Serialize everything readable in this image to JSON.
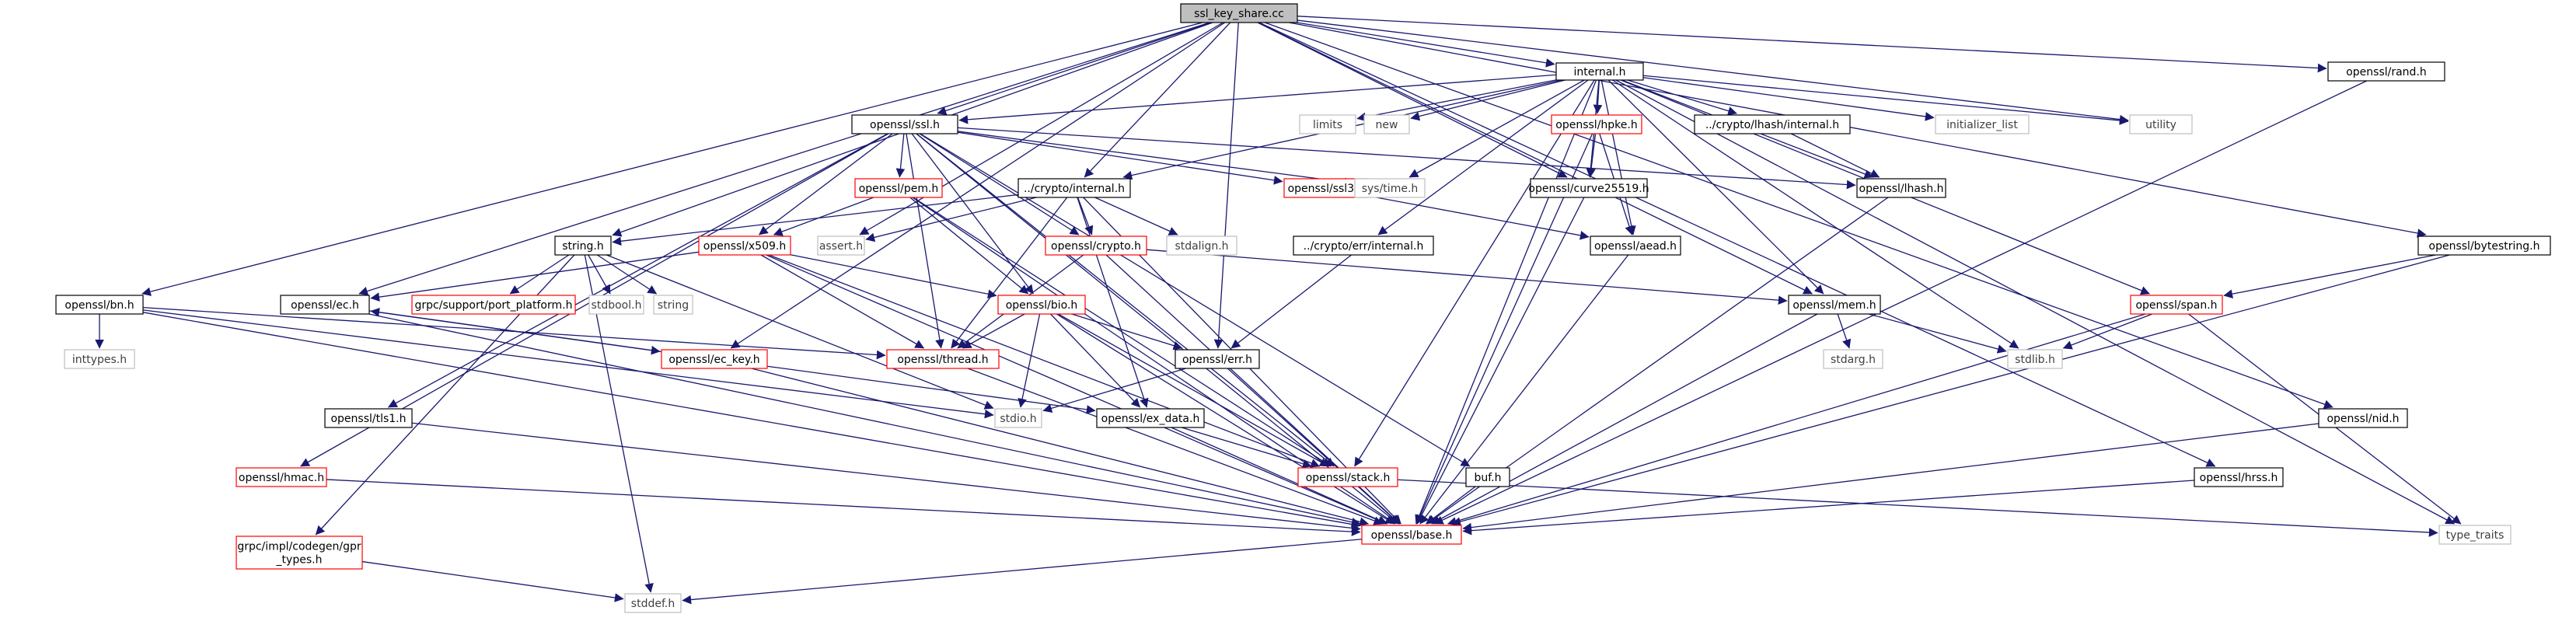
{
  "colors": {
    "edge": "#191970",
    "root_fill": "#bfbfbf",
    "root_stroke": "#000000",
    "normal_stroke": "#000000",
    "red_stroke": "#ff0000",
    "gray_stroke": "#bfbfbf",
    "gray_text": "#404040",
    "text": "#000000"
  },
  "nodes": [
    {
      "id": "root",
      "label": "ssl_key_share.cc",
      "kind": "root"
    },
    {
      "id": "internal_h",
      "label": "internal.h",
      "kind": "normal"
    },
    {
      "id": "rand_h",
      "label": "openssl/rand.h",
      "kind": "normal"
    },
    {
      "id": "ssl_h",
      "label": "openssl/ssl.h",
      "kind": "normal"
    },
    {
      "id": "limits",
      "label": "limits",
      "kind": "gray"
    },
    {
      "id": "new",
      "label": "new",
      "kind": "gray"
    },
    {
      "id": "hpke_h",
      "label": "openssl/hpke.h",
      "kind": "red"
    },
    {
      "id": "lhash_internal",
      "label": "../crypto/lhash/internal.h",
      "kind": "normal"
    },
    {
      "id": "init_list",
      "label": "initializer_list",
      "kind": "gray"
    },
    {
      "id": "utility",
      "label": "utility",
      "kind": "gray"
    },
    {
      "id": "pem_h",
      "label": "openssl/pem.h",
      "kind": "red"
    },
    {
      "id": "crypto_internal",
      "label": "../crypto/internal.h",
      "kind": "normal"
    },
    {
      "id": "ssl3_h",
      "label": "openssl/ssl3.h",
      "kind": "red"
    },
    {
      "id": "sys_time",
      "label": "sys/time.h",
      "kind": "gray"
    },
    {
      "id": "curve25519",
      "label": "openssl/curve25519.h",
      "kind": "normal"
    },
    {
      "id": "lhash_h",
      "label": "openssl/lhash.h",
      "kind": "normal"
    },
    {
      "id": "string_h",
      "label": "string.h",
      "kind": "normal"
    },
    {
      "id": "x509_h",
      "label": "openssl/x509.h",
      "kind": "red"
    },
    {
      "id": "assert_h",
      "label": "assert.h",
      "kind": "gray"
    },
    {
      "id": "crypto_h",
      "label": "openssl/crypto.h",
      "kind": "red"
    },
    {
      "id": "stdalign",
      "label": "stdalign.h",
      "kind": "gray"
    },
    {
      "id": "err_internal",
      "label": "../crypto/err/internal.h",
      "kind": "normal"
    },
    {
      "id": "aead_h",
      "label": "openssl/aead.h",
      "kind": "normal"
    },
    {
      "id": "bytestring",
      "label": "openssl/bytestring.h",
      "kind": "normal"
    },
    {
      "id": "bn_h",
      "label": "openssl/bn.h",
      "kind": "normal"
    },
    {
      "id": "ec_h",
      "label": "openssl/ec.h",
      "kind": "normal"
    },
    {
      "id": "port_platform",
      "label": "grpc/support/port_platform.h",
      "kind": "red"
    },
    {
      "id": "stdbool",
      "label": "stdbool.h",
      "kind": "gray"
    },
    {
      "id": "string",
      "label": "string",
      "kind": "gray"
    },
    {
      "id": "bio_h",
      "label": "openssl/bio.h",
      "kind": "red"
    },
    {
      "id": "mem_h",
      "label": "openssl/mem.h",
      "kind": "normal"
    },
    {
      "id": "span_h",
      "label": "openssl/span.h",
      "kind": "red"
    },
    {
      "id": "inttypes",
      "label": "inttypes.h",
      "kind": "gray"
    },
    {
      "id": "ec_key",
      "label": "openssl/ec_key.h",
      "kind": "red"
    },
    {
      "id": "thread_h",
      "label": "openssl/thread.h",
      "kind": "red"
    },
    {
      "id": "err_h",
      "label": "openssl/err.h",
      "kind": "normal"
    },
    {
      "id": "stdarg",
      "label": "stdarg.h",
      "kind": "gray"
    },
    {
      "id": "stdlib",
      "label": "stdlib.h",
      "kind": "gray"
    },
    {
      "id": "tls1_h",
      "label": "openssl/tls1.h",
      "kind": "normal"
    },
    {
      "id": "stdio",
      "label": "stdio.h",
      "kind": "gray"
    },
    {
      "id": "ex_data",
      "label": "openssl/ex_data.h",
      "kind": "normal"
    },
    {
      "id": "nid_h",
      "label": "openssl/nid.h",
      "kind": "normal"
    },
    {
      "id": "hmac_h",
      "label": "openssl/hmac.h",
      "kind": "red"
    },
    {
      "id": "stack_h",
      "label": "openssl/stack.h",
      "kind": "red"
    },
    {
      "id": "buf_h",
      "label": "buf.h",
      "kind": "normal"
    },
    {
      "id": "hrss_h",
      "label": "openssl/hrss.h",
      "kind": "normal"
    },
    {
      "id": "base_h",
      "label": "openssl/base.h",
      "kind": "red"
    },
    {
      "id": "type_traits",
      "label": "type_traits",
      "kind": "gray"
    },
    {
      "id": "gpr_types",
      "label": "grpc/impl/codegen/gpr\n_types.h",
      "kind": "red"
    },
    {
      "id": "stddef",
      "label": "stddef.h",
      "kind": "gray"
    }
  ],
  "edges": [
    [
      "root",
      "internal_h"
    ],
    [
      "root",
      "rand_h"
    ],
    [
      "root",
      "ssl_h"
    ],
    [
      "root",
      "utility"
    ],
    [
      "root",
      "crypto_internal"
    ],
    [
      "root",
      "curve25519"
    ],
    [
      "root",
      "string_h"
    ],
    [
      "root",
      "ec_h"
    ],
    [
      "root",
      "bn_h"
    ],
    [
      "root",
      "assert_h"
    ],
    [
      "root",
      "err_h"
    ],
    [
      "root",
      "mem_h"
    ],
    [
      "root",
      "bytestring"
    ],
    [
      "root",
      "nid_h"
    ],
    [
      "root",
      "hrss_h"
    ],
    [
      "root",
      "ec_key"
    ],
    [
      "internal_h",
      "ssl_h"
    ],
    [
      "internal_h",
      "limits"
    ],
    [
      "internal_h",
      "new"
    ],
    [
      "internal_h",
      "hpke_h"
    ],
    [
      "internal_h",
      "lhash_internal"
    ],
    [
      "internal_h",
      "init_list"
    ],
    [
      "internal_h",
      "utility"
    ],
    [
      "internal_h",
      "crypto_internal"
    ],
    [
      "internal_h",
      "sys_time"
    ],
    [
      "internal_h",
      "curve25519"
    ],
    [
      "internal_h",
      "lhash_h"
    ],
    [
      "internal_h",
      "err_internal"
    ],
    [
      "internal_h",
      "aead_h"
    ],
    [
      "internal_h",
      "mem_h"
    ],
    [
      "internal_h",
      "span_h"
    ],
    [
      "internal_h",
      "stdlib"
    ],
    [
      "internal_h",
      "stack_h"
    ],
    [
      "internal_h",
      "base_h"
    ],
    [
      "internal_h",
      "type_traits"
    ],
    [
      "rand_h",
      "base_h"
    ],
    [
      "ssl_h",
      "pem_h"
    ],
    [
      "ssl_h",
      "ssl3_h"
    ],
    [
      "ssl_h",
      "sys_time"
    ],
    [
      "ssl_h",
      "x509_h"
    ],
    [
      "ssl_h",
      "crypto_h"
    ],
    [
      "ssl_h",
      "thread_h"
    ],
    [
      "ssl_h",
      "bio_h"
    ],
    [
      "ssl_h",
      "tls1_h"
    ],
    [
      "ssl_h",
      "hmac_h"
    ],
    [
      "ssl_h",
      "stack_h"
    ],
    [
      "ssl_h",
      "buf_h"
    ],
    [
      "ssl_h",
      "base_h"
    ],
    [
      "ssl_h",
      "lhash_h"
    ],
    [
      "hpke_h",
      "curve25519"
    ],
    [
      "hpke_h",
      "aead_h"
    ],
    [
      "hpke_h",
      "base_h"
    ],
    [
      "lhash_internal",
      "lhash_h"
    ],
    [
      "pem_h",
      "x509_h"
    ],
    [
      "pem_h",
      "bio_h"
    ],
    [
      "pem_h",
      "stack_h"
    ],
    [
      "pem_h",
      "base_h"
    ],
    [
      "crypto_internal",
      "string_h"
    ],
    [
      "crypto_internal",
      "assert_h"
    ],
    [
      "crypto_internal",
      "crypto_h"
    ],
    [
      "crypto_internal",
      "stdalign"
    ],
    [
      "crypto_internal",
      "thread_h"
    ],
    [
      "crypto_internal",
      "ex_data"
    ],
    [
      "crypto_internal",
      "base_h"
    ],
    [
      "ssl3_h",
      "aead_h"
    ],
    [
      "curve25519",
      "base_h"
    ],
    [
      "lhash_h",
      "base_h"
    ],
    [
      "aead_h",
      "base_h"
    ],
    [
      "string_h",
      "port_platform"
    ],
    [
      "string_h",
      "stdbool"
    ],
    [
      "string_h",
      "string"
    ],
    [
      "string_h",
      "gpr_types"
    ],
    [
      "string_h",
      "stdio"
    ],
    [
      "string_h",
      "stddef"
    ],
    [
      "x509_h",
      "ec_h"
    ],
    [
      "x509_h",
      "bio_h"
    ],
    [
      "x509_h",
      "thread_h"
    ],
    [
      "x509_h",
      "stack_h"
    ],
    [
      "x509_h",
      "base_h"
    ],
    [
      "crypto_h",
      "thread_h"
    ],
    [
      "crypto_h",
      "mem_h"
    ],
    [
      "crypto_h",
      "base_h"
    ],
    [
      "err_internal",
      "err_h"
    ],
    [
      "bytestring",
      "span_h"
    ],
    [
      "bytestring",
      "base_h"
    ],
    [
      "bn_h",
      "inttypes"
    ],
    [
      "bn_h",
      "thread_h"
    ],
    [
      "bn_h",
      "stdio"
    ],
    [
      "bn_h",
      "base_h"
    ],
    [
      "ec_h",
      "ec_key"
    ],
    [
      "ec_h",
      "base_h"
    ],
    [
      "bio_h",
      "thread_h"
    ],
    [
      "bio_h",
      "err_h"
    ],
    [
      "bio_h",
      "stdio"
    ],
    [
      "bio_h",
      "ex_data"
    ],
    [
      "bio_h",
      "stack_h"
    ],
    [
      "bio_h",
      "base_h"
    ],
    [
      "mem_h",
      "stdarg"
    ],
    [
      "mem_h",
      "stdlib"
    ],
    [
      "mem_h",
      "base_h"
    ],
    [
      "span_h",
      "stdlib"
    ],
    [
      "span_h",
      "type_traits"
    ],
    [
      "span_h",
      "base_h"
    ],
    [
      "ec_key",
      "ec_h"
    ],
    [
      "ec_key",
      "ex_data"
    ],
    [
      "ec_key",
      "base_h"
    ],
    [
      "thread_h",
      "base_h"
    ],
    [
      "err_h",
      "stdio"
    ],
    [
      "err_h",
      "base_h"
    ],
    [
      "tls1_h",
      "base_h"
    ],
    [
      "ex_data",
      "stack_h"
    ],
    [
      "ex_data",
      "base_h"
    ],
    [
      "nid_h",
      "base_h"
    ],
    [
      "hmac_h",
      "base_h"
    ],
    [
      "stack_h",
      "type_traits"
    ],
    [
      "stack_h",
      "base_h"
    ],
    [
      "buf_h",
      "base_h"
    ],
    [
      "hrss_h",
      "base_h"
    ],
    [
      "base_h",
      "stddef"
    ],
    [
      "gpr_types",
      "stddef"
    ]
  ]
}
